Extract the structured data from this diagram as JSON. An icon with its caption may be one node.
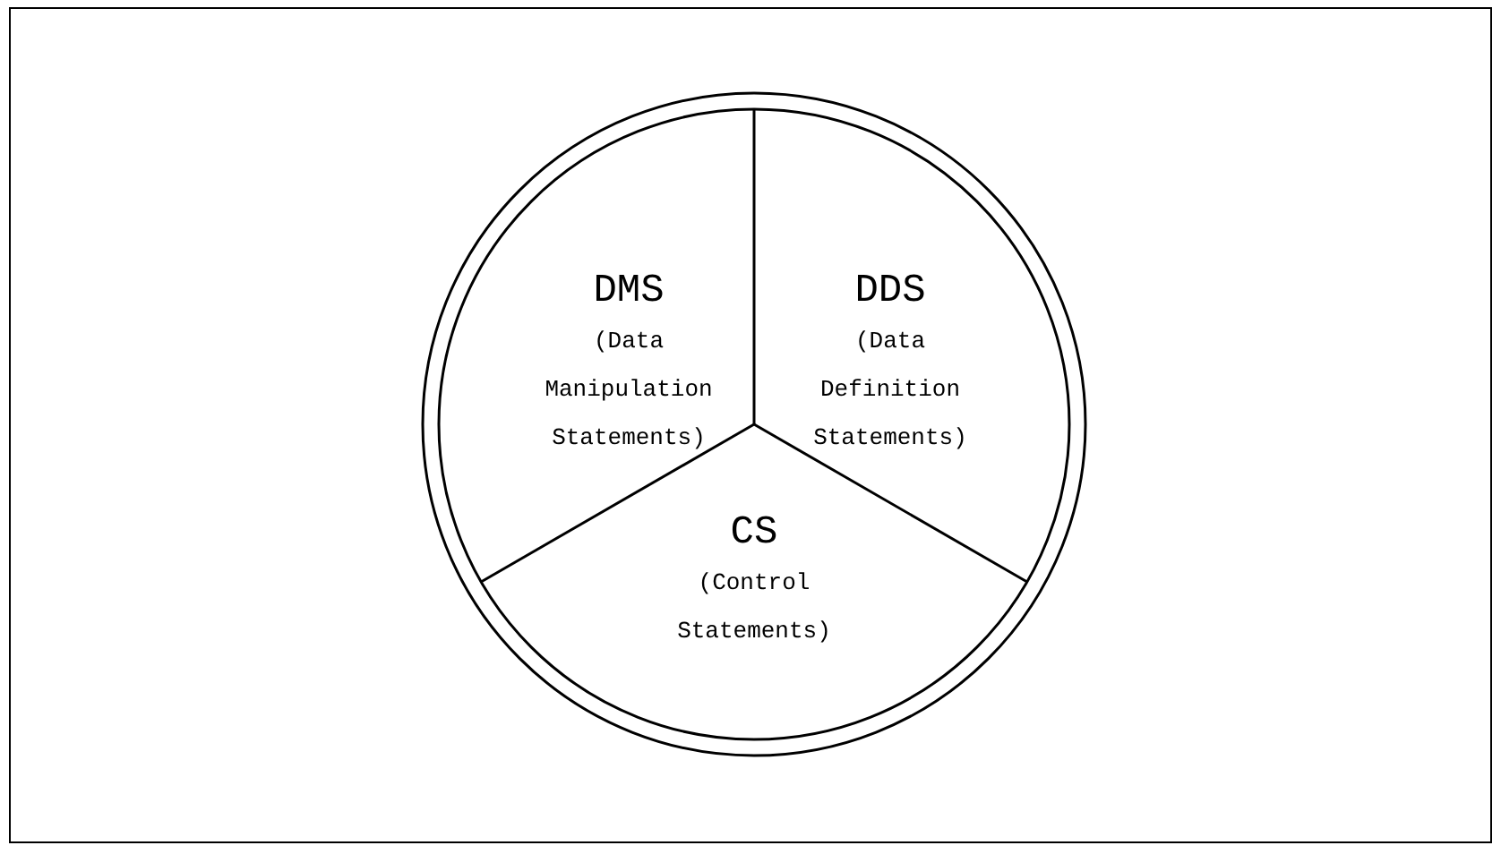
{
  "diagram": {
    "nodes": [
      {
        "text": [],
        "shape": "circle"
      },
      {
        "text": [
          "DMS",
          "(Data Manipulation Statements)"
        ],
        "in": 0
      },
      {
        "text": [
          "DDS",
          "(Data Definition Statements)"
        ],
        "in": 0
      },
      {
        "text": [
          "CS",
          "(Control Statements)"
        ],
        "in": 0
      }
    ]
  }
}
